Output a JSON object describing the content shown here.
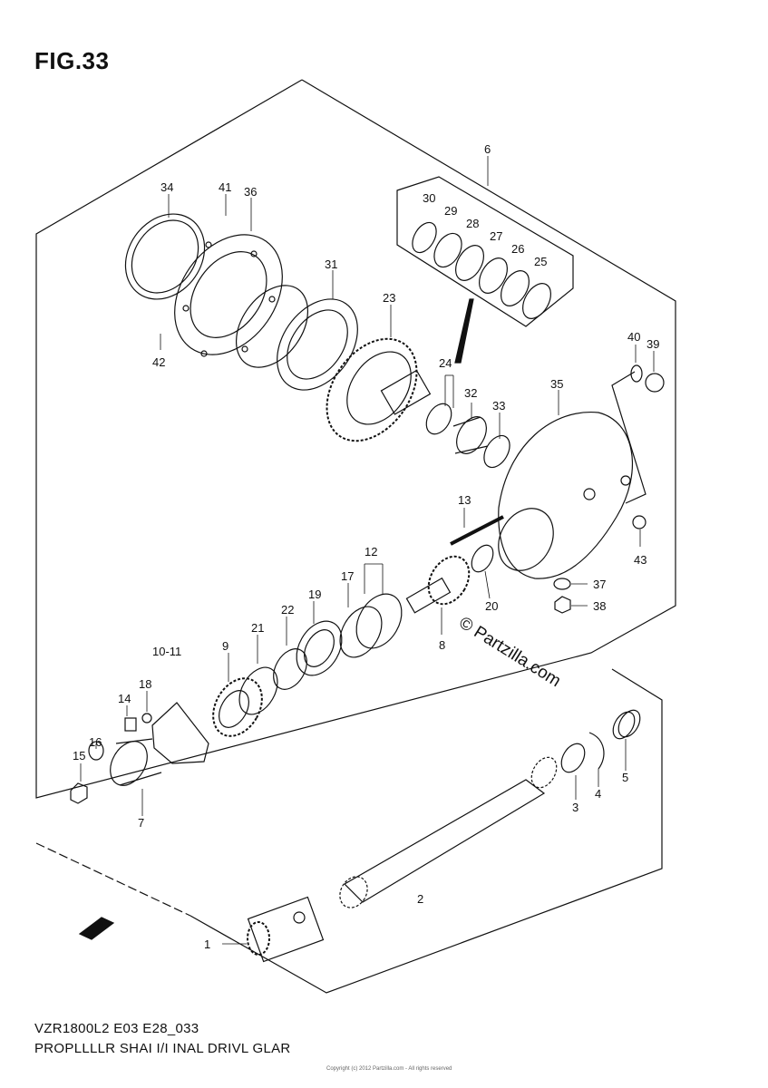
{
  "figure_title": "FIG.33",
  "caption_model": "VZR1800L2 E03 E28_033",
  "caption_name": "PROPLLLLR SHAI I/I INAL DRIVL GLAR",
  "footer_fine_print": "Copyright (c) 2012 Partzilla.com - All rights reserved",
  "watermark": "© Partzilla.com",
  "fwd_label": "FWD",
  "callouts": {
    "c1": "1",
    "c2": "2",
    "c3": "3",
    "c4": "4",
    "c5": "5",
    "c6": "6",
    "c7": "7",
    "c8": "8",
    "c9": "9",
    "c10_11": "10-11",
    "c12": "12",
    "c13": "13",
    "c14": "14",
    "c15": "15",
    "c16": "16",
    "c17": "17",
    "c18": "18",
    "c19": "19",
    "c20": "20",
    "c21": "21",
    "c22": "22",
    "c23": "23",
    "c24": "24",
    "c25": "25",
    "c26": "26",
    "c27": "27",
    "c28": "28",
    "c29": "29",
    "c30": "30",
    "c31": "31",
    "c32": "32",
    "c33": "33",
    "c34": "34",
    "c35": "35",
    "c36": "36",
    "c37": "37",
    "c38": "38",
    "c39": "39",
    "c40": "40",
    "c41": "41",
    "c42": "42",
    "c43": "43"
  }
}
